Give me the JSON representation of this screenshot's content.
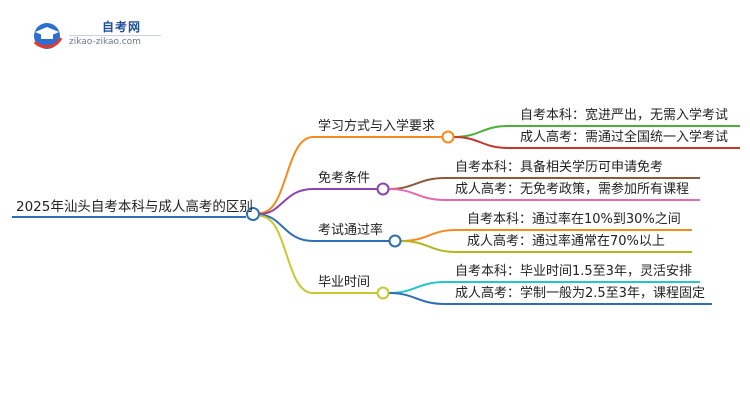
{
  "logo": {
    "name": "自考网",
    "url": "zikao-zikao.com",
    "brand_colors": [
      "#2c6fd1",
      "#e23a2e",
      "#1f4e9b"
    ],
    "icon": "graduation-cap-icon"
  },
  "root": {
    "label": "2025年汕头自考本科与成人高考的区别",
    "color": "#2f6fb1"
  },
  "branches": [
    {
      "label": "学习方式与入学要求",
      "color": "#f58a1f",
      "leaves": [
        {
          "label": "自考本科：宽进严出，无需入学考试",
          "color": "#4caf3a"
        },
        {
          "label": "成人高考：需通过全国统一入学考试",
          "color": "#c0392b"
        }
      ]
    },
    {
      "label": "免考条件",
      "color": "#8e44ad",
      "leaves": [
        {
          "label": "自考本科：具备相关学历可申请免考",
          "color": "#8a5a3a"
        },
        {
          "label": "成人高考：无免考政策，需参加所有课程",
          "color": "#e46bb0"
        }
      ]
    },
    {
      "label": "考试通过率",
      "color": "#2f6fb1",
      "leaves": [
        {
          "label": "自考本科：通过率在10%到30%之间",
          "color": "#f58a1f"
        },
        {
          "label": "成人高考：通过率通常在70%以上",
          "color": "#b5b520"
        }
      ]
    },
    {
      "label": "毕业时间",
      "color": "#c8c832",
      "leaves": [
        {
          "label": "自考本科：毕业时间1.5至3年，灵活安排",
          "color": "#26c6c6"
        },
        {
          "label": "成人高考：学制一般为2.5至3年，课程固定",
          "color": "#2f6fb1"
        }
      ]
    }
  ]
}
